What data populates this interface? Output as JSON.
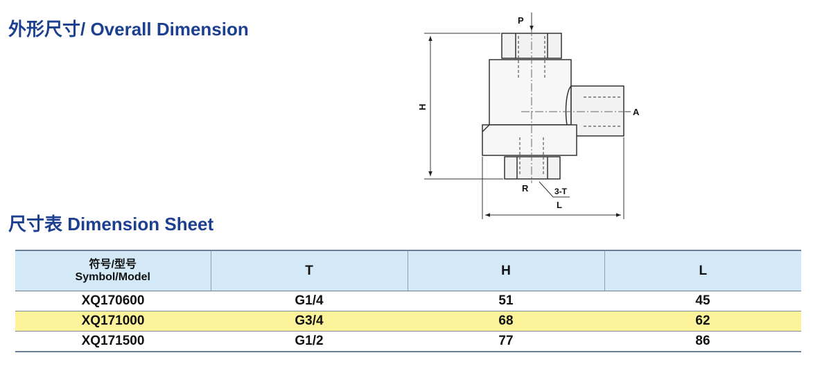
{
  "headings": {
    "overall": "外形尺寸/ Overall Dimension",
    "sheet": "尺寸表 Dimension Sheet"
  },
  "drawing": {
    "labels": {
      "p": "P",
      "a": "A",
      "r": "R",
      "t": "3-T",
      "h": "H",
      "l": "L"
    }
  },
  "table": {
    "headers": {
      "model_cn": "符号/型号",
      "model_en": "Symbol/Model",
      "t": "T",
      "h": "H",
      "l": "L"
    },
    "rows": [
      {
        "model": "XQ170600",
        "t": "G1/4",
        "h": "51",
        "l": "45"
      },
      {
        "model": "XQ171000",
        "t": "G3/4",
        "h": "68",
        "l": "62"
      },
      {
        "model": "XQ171500",
        "t": "G1/2",
        "h": "77",
        "l": "86"
      }
    ],
    "highlight_row": 1
  },
  "colors": {
    "heading": "#1d3f8f",
    "header_bg": "#d4e9f7",
    "highlight_bg": "#fdf39a"
  }
}
